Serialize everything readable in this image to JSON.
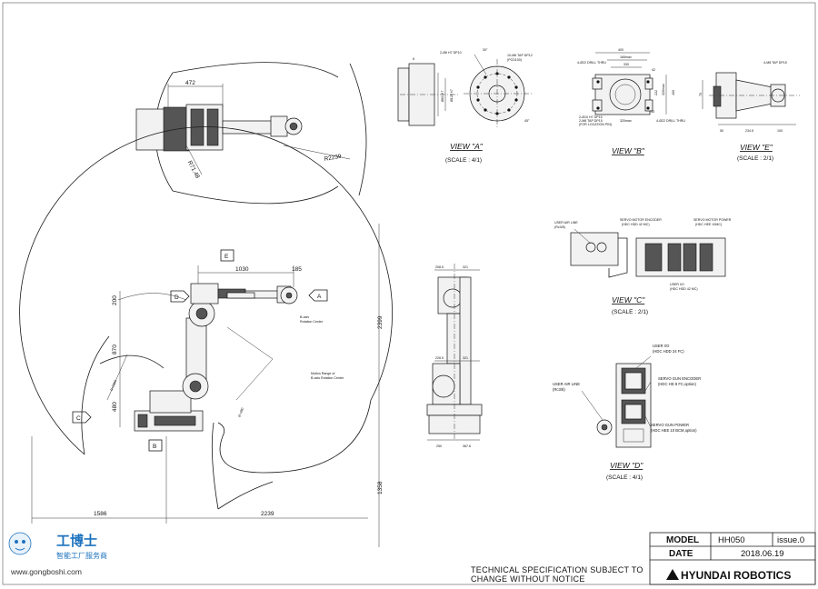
{
  "top_view": {
    "dim_width": "472",
    "dim_radius_inner": "R71.48",
    "dim_radius_outer": "R2239"
  },
  "view_a": {
    "title": "VIEW \"A\"",
    "scale": "(SCALE : 4/1)",
    "labels": [
      "2-Ø6 H7 DP10",
      "10-M6 TAP DP12",
      "(PCD100)",
      "Ø125 h7",
      "Ø63 H7",
      "6",
      "30°",
      "45°"
    ]
  },
  "view_b": {
    "title": "VIEW \"B\"",
    "scale": "",
    "dims": [
      "400",
      "165max",
      "330",
      "42",
      "320max",
      "400",
      "320max",
      "222",
      "53"
    ],
    "labels": [
      "4-Ø22 DRILL THRU",
      "2-Ø10 H7 DP15",
      "2-M8 TAP DP15",
      "(FOR LOCATION PIN)",
      "4-Ø22 DRILL THRU"
    ]
  },
  "view_e": {
    "title": "VIEW \"E\"",
    "scale": "(SCALE : 2/1)",
    "dims": [
      "70",
      "50",
      "234.5",
      "100"
    ],
    "labels": [
      "4-M8 TAP DP15"
    ]
  },
  "view_c": {
    "title": "VIEW \"C\"",
    "scale": "(SCALE : 2/1)",
    "labels": [
      "USER AIR LINE",
      "(Rc3/8)",
      "SERVO MOTOR ENCODER",
      "(HDC HDD 42 MC)",
      "SERVO MOTOR POWER",
      "(HDC HEE 10MC)",
      "USER I/O",
      "(HDC HDD 42 MC)"
    ]
  },
  "view_d": {
    "title": "VIEW \"D\"",
    "scale": "(SCALE : 4/1)",
    "labels": [
      "USER I/O",
      "(HDC HDD 24 FC)",
      "SERVO GUN ENCODER",
      "(HDC HD 8 FC,option)",
      "USER AIR LINE",
      "(Rc3/8)",
      "SERVO GUN POWER",
      "(HDC HEE 10 BCM,option)"
    ]
  },
  "side_view": {
    "dims": [
      "1030",
      "185",
      "200",
      "870",
      "480",
      "2399",
      "1358",
      "1586",
      "2239",
      "R=2390",
      "R=480"
    ],
    "markers": [
      "E",
      "D",
      "A",
      "C",
      "B"
    ],
    "notes": [
      "B-axis",
      "Rotation Center",
      "Motion Range of",
      "B-axis Rotation Center"
    ]
  },
  "front_view": {
    "dims": [
      "208.5",
      "321",
      "228.5",
      "321",
      "250",
      "387.6"
    ]
  },
  "spec_note": {
    "line1": "TECHNICAL SPECIFICATION SUBJECT TO",
    "line2": "CHANGE WITHOUT NOTICE"
  },
  "title_block": {
    "model_label": "MODEL",
    "model_value": "HH050",
    "issue": "issue.0",
    "date_label": "DATE",
    "date_value": "2018.06.19",
    "brand": "HYUNDAI ROBOTICS"
  },
  "watermark": {
    "name": "工博士",
    "tagline": "智能工厂服务商",
    "url": "www.gongboshi.com"
  },
  "colors": {
    "line": "#1a1a1a",
    "logo_blue": "#1e73be",
    "paper": "#ffffff"
  }
}
